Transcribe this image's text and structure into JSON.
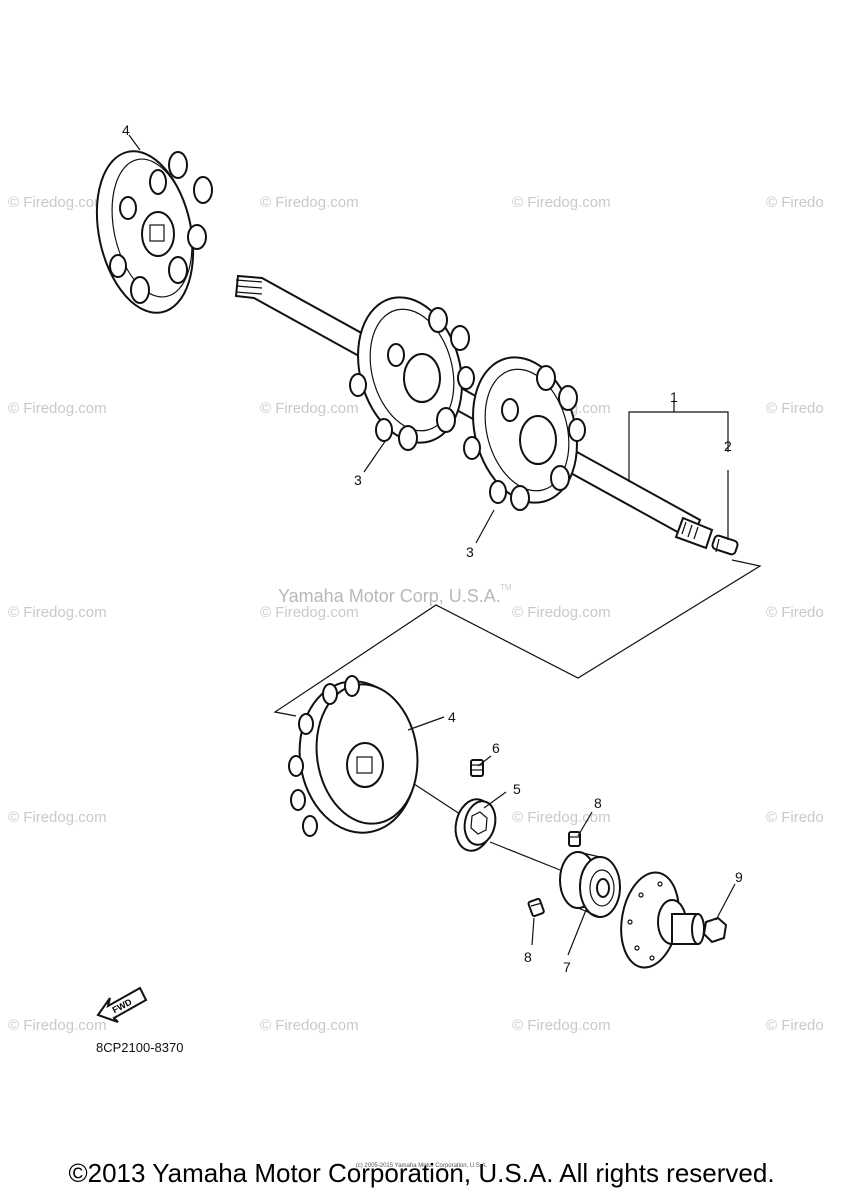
{
  "watermark": {
    "site": "© Firedog.com",
    "site_cut": "© Firedo",
    "brand": "Yamaha Motor Corp, U.S.A.",
    "brand_mark": "TM"
  },
  "callouts": {
    "c1": "1",
    "c2": "2",
    "c3a": "3",
    "c3b": "3",
    "c4a": "4",
    "c4b": "4",
    "c5": "5",
    "c6": "6",
    "c7": "7",
    "c8a": "8",
    "c8b": "8",
    "c9": "9"
  },
  "fwd_label": "FWD",
  "diagram_code": "8CP2100-8370",
  "tiny_notice": "(c) 2005-2015 Yamaha Motor Corporation, U.S.A.",
  "copyright": "©2013 Yamaha Motor Corporation, U.S.A. All rights reserved."
}
